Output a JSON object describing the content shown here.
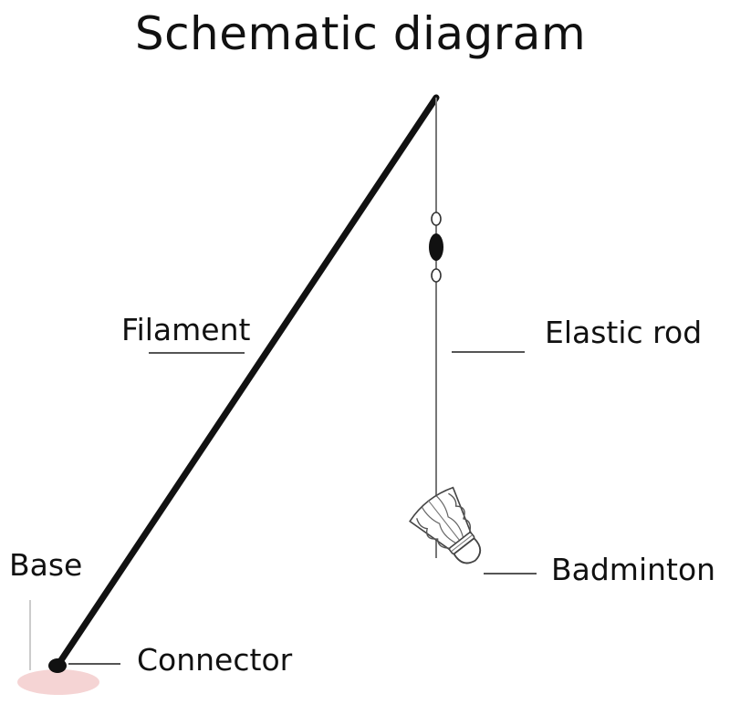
{
  "title": "Schematic diagram",
  "labels": {
    "filament": "Filament",
    "elastic_rod": "Elastic rod",
    "base": "Base",
    "badminton": "Badminton",
    "connector": "Connector"
  },
  "colors": {
    "ink": "#111111",
    "leader_line": "#555555",
    "base_pad": "#f2c9c9"
  }
}
